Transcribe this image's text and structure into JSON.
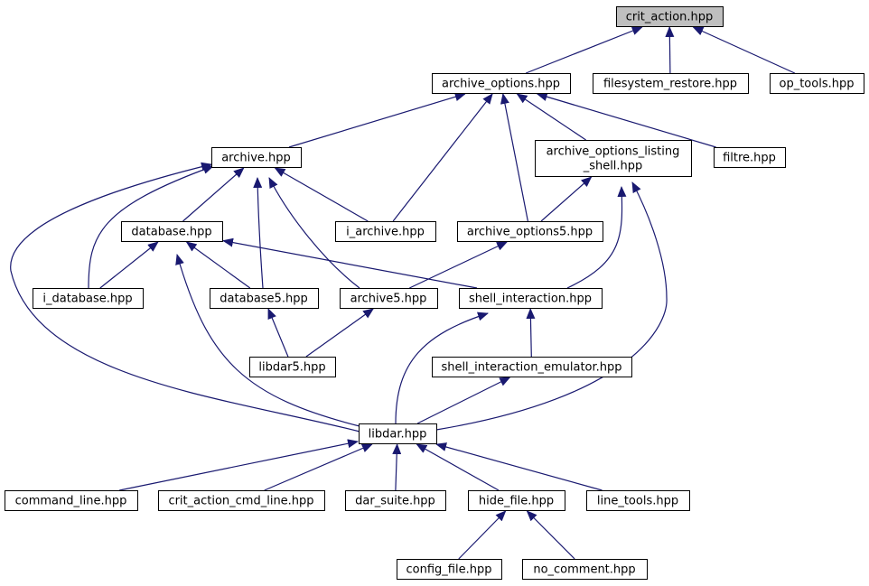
{
  "colors": {
    "edge": "#191970",
    "node_fill": "#ffffff",
    "node_border": "#000000",
    "highlight_fill": "#bfbfbf"
  },
  "nodes": [
    {
      "id": "crit_action",
      "lines": [
        "crit_action.hpp"
      ],
      "highlight": true
    },
    {
      "id": "archive_options",
      "lines": [
        "archive_options.hpp"
      ]
    },
    {
      "id": "filesystem_restore",
      "lines": [
        "filesystem_restore.hpp"
      ]
    },
    {
      "id": "op_tools",
      "lines": [
        "op_tools.hpp"
      ]
    },
    {
      "id": "archive",
      "lines": [
        "archive.hpp"
      ]
    },
    {
      "id": "archive_options_listing_shell",
      "lines": [
        "archive_options_listing",
        "_shell.hpp"
      ]
    },
    {
      "id": "filtre",
      "lines": [
        "filtre.hpp"
      ]
    },
    {
      "id": "database",
      "lines": [
        "database.hpp"
      ]
    },
    {
      "id": "i_archive",
      "lines": [
        "i_archive.hpp"
      ]
    },
    {
      "id": "archive_options5",
      "lines": [
        "archive_options5.hpp"
      ]
    },
    {
      "id": "i_database",
      "lines": [
        "i_database.hpp"
      ]
    },
    {
      "id": "database5",
      "lines": [
        "database5.hpp"
      ]
    },
    {
      "id": "archive5",
      "lines": [
        "archive5.hpp"
      ]
    },
    {
      "id": "shell_interaction",
      "lines": [
        "shell_interaction.hpp"
      ]
    },
    {
      "id": "libdar5",
      "lines": [
        "libdar5.hpp"
      ]
    },
    {
      "id": "shell_interaction_emulator",
      "lines": [
        "shell_interaction_emulator.hpp"
      ]
    },
    {
      "id": "libdar",
      "lines": [
        "libdar.hpp"
      ]
    },
    {
      "id": "command_line",
      "lines": [
        "command_line.hpp"
      ]
    },
    {
      "id": "crit_action_cmd_line",
      "lines": [
        "crit_action_cmd_line.hpp"
      ]
    },
    {
      "id": "dar_suite",
      "lines": [
        "dar_suite.hpp"
      ]
    },
    {
      "id": "hide_file",
      "lines": [
        "hide_file.hpp"
      ]
    },
    {
      "id": "line_tools",
      "lines": [
        "line_tools.hpp"
      ]
    },
    {
      "id": "config_file",
      "lines": [
        "config_file.hpp"
      ]
    },
    {
      "id": "no_comment",
      "lines": [
        "no_comment.hpp"
      ]
    }
  ],
  "edges": [
    {
      "from": "archive_options",
      "to": "crit_action"
    },
    {
      "from": "filesystem_restore",
      "to": "crit_action"
    },
    {
      "from": "op_tools",
      "to": "crit_action"
    },
    {
      "from": "archive",
      "to": "archive_options"
    },
    {
      "from": "i_archive",
      "to": "archive_options"
    },
    {
      "from": "archive_options5",
      "to": "archive_options"
    },
    {
      "from": "archive_options_listing_shell",
      "to": "archive_options"
    },
    {
      "from": "filtre",
      "to": "archive_options"
    },
    {
      "from": "database",
      "to": "archive"
    },
    {
      "from": "i_archive",
      "to": "archive"
    },
    {
      "from": "i_database",
      "to": "archive"
    },
    {
      "from": "database5",
      "to": "archive"
    },
    {
      "from": "archive5",
      "to": "archive"
    },
    {
      "from": "libdar",
      "to": "archive"
    },
    {
      "from": "archive_options5",
      "to": "archive_options_listing_shell"
    },
    {
      "from": "shell_interaction",
      "to": "archive_options_listing_shell"
    },
    {
      "from": "libdar",
      "to": "archive_options_listing_shell"
    },
    {
      "from": "i_database",
      "to": "database"
    },
    {
      "from": "database5",
      "to": "database"
    },
    {
      "from": "shell_interaction",
      "to": "database"
    },
    {
      "from": "libdar",
      "to": "database"
    },
    {
      "from": "archive5",
      "to": "archive_options5"
    },
    {
      "from": "libdar5",
      "to": "database5"
    },
    {
      "from": "libdar5",
      "to": "archive5"
    },
    {
      "from": "shell_interaction_emulator",
      "to": "shell_interaction"
    },
    {
      "from": "libdar",
      "to": "shell_interaction"
    },
    {
      "from": "libdar",
      "to": "shell_interaction_emulator"
    },
    {
      "from": "command_line",
      "to": "libdar"
    },
    {
      "from": "crit_action_cmd_line",
      "to": "libdar"
    },
    {
      "from": "dar_suite",
      "to": "libdar"
    },
    {
      "from": "hide_file",
      "to": "libdar"
    },
    {
      "from": "line_tools",
      "to": "libdar"
    },
    {
      "from": "config_file",
      "to": "hide_file"
    },
    {
      "from": "no_comment",
      "to": "hide_file"
    }
  ]
}
